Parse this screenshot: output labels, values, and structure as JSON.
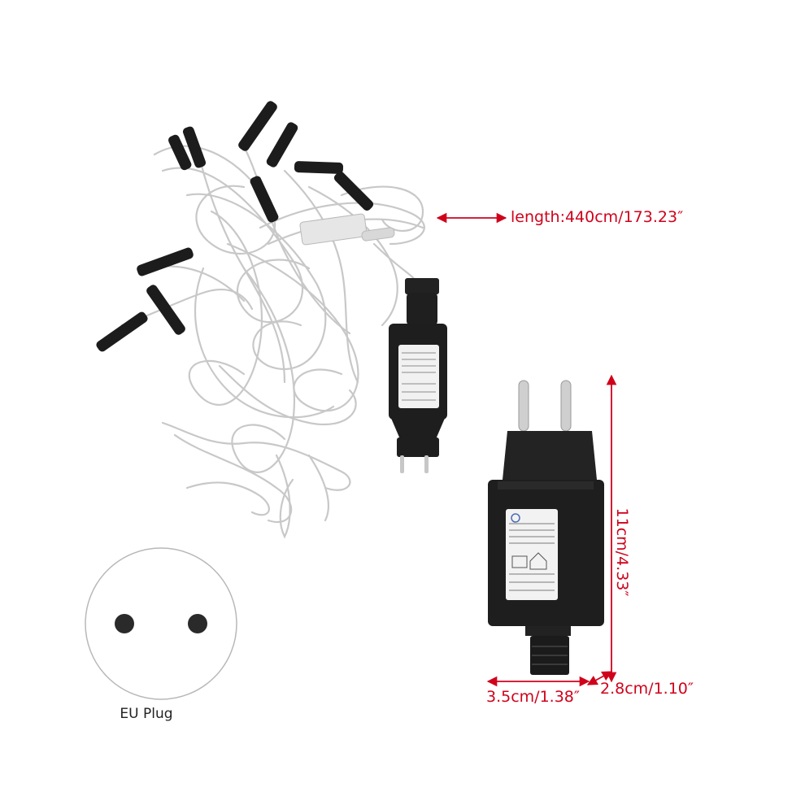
{
  "dimensions": {
    "length": "length:440cm/173.23″",
    "height": "11cm/4.33″",
    "width": "3.5cm/1.38″",
    "depth": "2.8cm/1.10″"
  },
  "plug": {
    "caption": "EU Plug"
  },
  "colors": {
    "annotation": "#d0021b",
    "adapter": "#1e1e1e",
    "cable": "#c9c9c9"
  }
}
